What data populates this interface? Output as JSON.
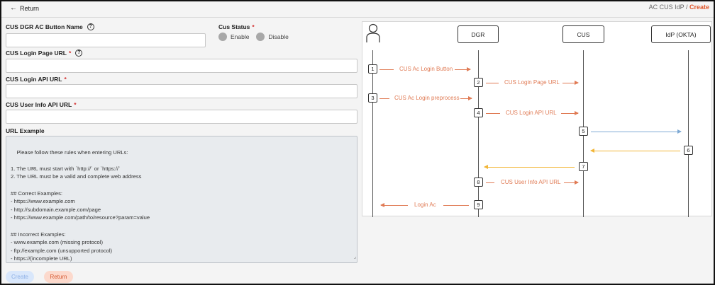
{
  "topbar": {
    "return_label": "Return",
    "breadcrumb_parent": "AC CUS IdP",
    "breadcrumb_sep": "/",
    "breadcrumb_current": "Create"
  },
  "form": {
    "button_name_label": "CUS DGR AC Button Name",
    "status_label": "Cus Status",
    "status_required": "*",
    "status_options": [
      "Enable",
      "Disable"
    ],
    "login_page_url_label": "CUS Login Page URL",
    "login_page_url_required": "*",
    "login_api_url_label": "CUS Login API URL",
    "login_api_url_required": "*",
    "user_info_api_url_label": "CUS User Info API URL",
    "user_info_api_url_required": "*",
    "url_example_label": "URL Example",
    "url_example_text": "Please follow these rules when entering URLs:\n\n1. The URL must start with `http://` or `https://`\n2. The URL must be a valid and complete web address\n\n## Correct Examples:\n- https://www.example.com\n- http://subdomain.example.com/page\n- https://www.example.com/path/to/resource?param=value\n\n## Incorrect Examples:\n- www.example.com (missing protocol)\n- ftp://example.com (unsupported protocol)\n- https://(incomplete URL)",
    "create_button": "Create",
    "return_button": "Return"
  },
  "diagram": {
    "lanes": [
      "DGR",
      "CUS",
      "IdP (OKTA)"
    ],
    "steps": [
      "1",
      "2",
      "3",
      "4",
      "5",
      "6",
      "7",
      "8",
      "9"
    ],
    "messages": {
      "m1": "CUS Ac Login Button",
      "m2": "CUS Login Page URL",
      "m3": "CUS Ac Login preprocess",
      "m4": "CUS Login API URL",
      "m8": "CUS User Info API URL",
      "m9": "Login Ac"
    },
    "colors": {
      "request": "#e07b55",
      "to_idp": "#7ea9d4",
      "from_idp": "#f2b637"
    }
  }
}
